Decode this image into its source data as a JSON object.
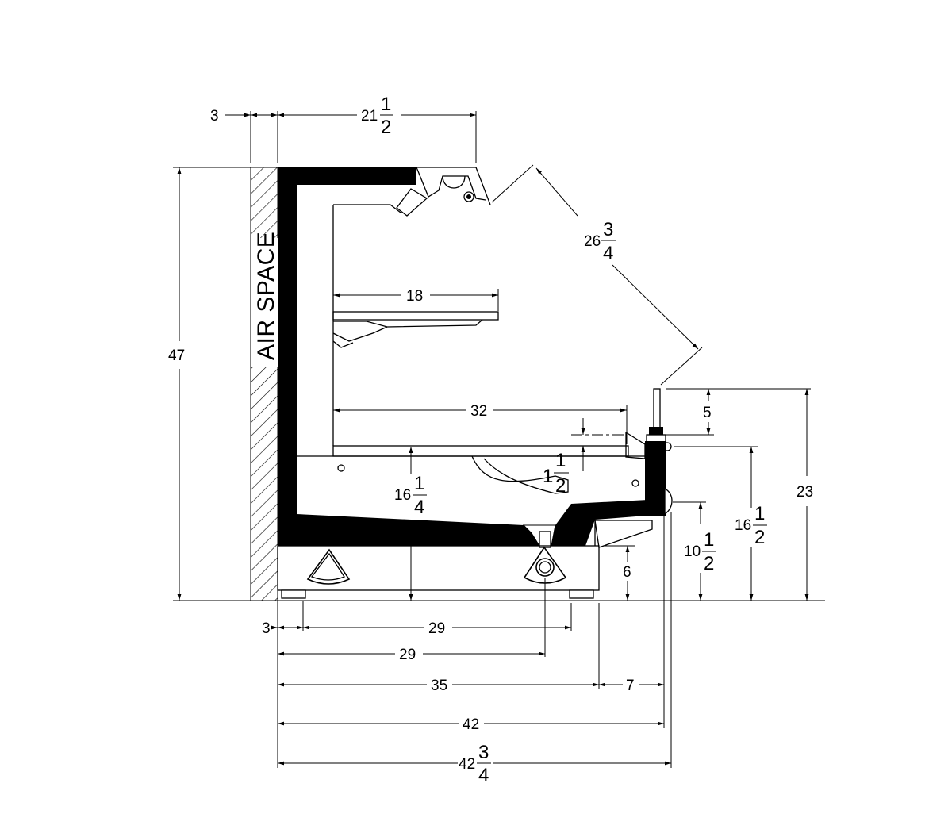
{
  "air_space_label": "AIR SPACE",
  "dimensions": {
    "top_gap": "3",
    "top_width_whole": "21",
    "top_width_num": "1",
    "top_width_den": "2",
    "glass_whole": "26",
    "glass_num": "3",
    "glass_den": "4",
    "overall_height": "47",
    "shelf_depth": "18",
    "deck_depth": "32",
    "riser_whole": "1",
    "riser_num": "1",
    "riser_den": "2",
    "inner_whole": "16",
    "inner_num": "1",
    "inner_den": "4",
    "front_rail": "5",
    "front_total": "23",
    "front_mid_whole": "16",
    "front_mid_num": "1",
    "front_mid_den": "2",
    "bumper_whole": "10",
    "bumper_num": "1",
    "bumper_den": "2",
    "kick": "6",
    "bottom_gap": "3",
    "legs_span": "29",
    "drain_pos": "29",
    "base_depth": "35",
    "front_ext": "7",
    "depth_42": "42",
    "depth_total_whole": "42",
    "depth_total_num": "3",
    "depth_total_den": "4"
  }
}
